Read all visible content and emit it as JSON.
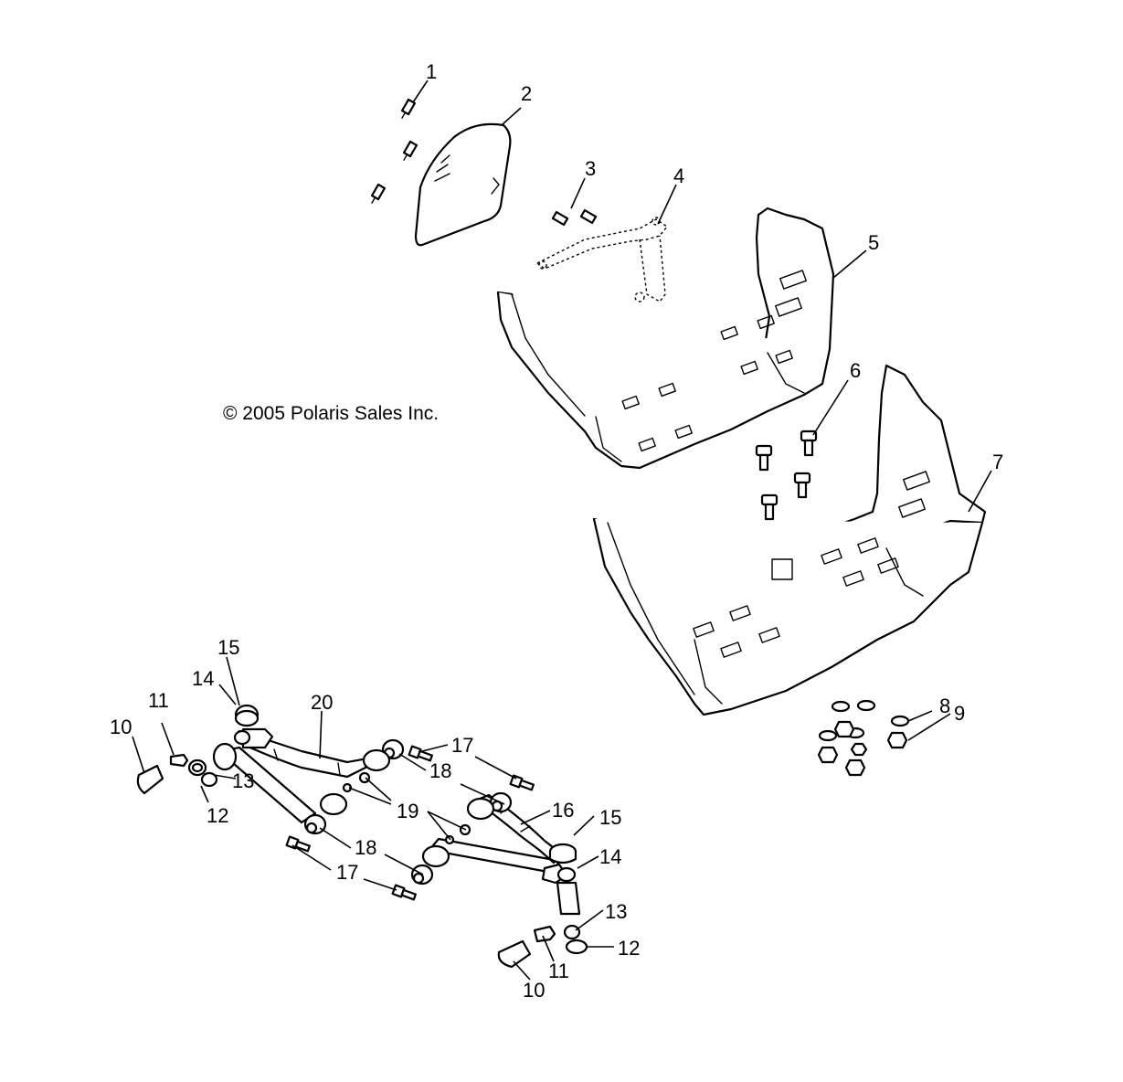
{
  "copyright": "© 2005 Polaris Sales Inc.",
  "callouts": {
    "c1": "1",
    "c2": "2",
    "c3": "3",
    "c4": "4",
    "c5": "5",
    "c6": "6",
    "c7": "7",
    "c8": "8",
    "c9": "9",
    "c10a": "10",
    "c10b": "10",
    "c11a": "11",
    "c11b": "11",
    "c12a": "12",
    "c12b": "12",
    "c13a": "13",
    "c13b": "13",
    "c14a": "14",
    "c14b": "14",
    "c15a": "15",
    "c15b": "15",
    "c16": "16",
    "c17a": "17",
    "c17b": "17",
    "c18a": "18",
    "c18b": "18",
    "c19": "19",
    "c20": "20"
  }
}
